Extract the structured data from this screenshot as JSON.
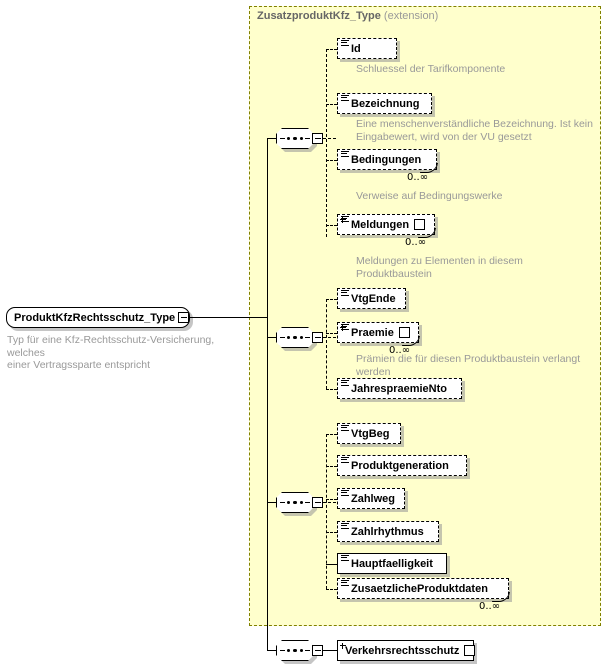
{
  "diagram": {
    "kind": "xsd-schema-diagram",
    "root": {
      "name": "ProduktKfzRechtsschutz_Type",
      "annotation": "Typ für eine Kfz-Rechtsschutz-Versicherung, welches\neiner Vertragssparte entspricht",
      "toggle": "minus"
    },
    "extension_group": {
      "type_name": "ZusatzproduktKfz_Type",
      "kind_label": "(extension)"
    },
    "sequences": [
      {
        "id": "seq-1",
        "toggle": "minus"
      },
      {
        "id": "seq-2",
        "toggle": "minus"
      },
      {
        "id": "seq-3",
        "toggle": "minus"
      },
      {
        "id": "seq-4",
        "toggle": "minus"
      }
    ],
    "elements": [
      {
        "name": "Id",
        "optional": true,
        "expand": false,
        "occurs": "",
        "annotation": "Schluessel der Tarifkomponente"
      },
      {
        "name": "Bezeichnung",
        "optional": true,
        "expand": false,
        "occurs": "",
        "annotation": "Eine menschenverständliche Bezeichnung. Ist kein\nEingabewert, wird von der VU gesetzt"
      },
      {
        "name": "Bedingungen",
        "optional": true,
        "expand": false,
        "occurs": "0..∞",
        "annotation": "Verweise auf Bedingungswerke"
      },
      {
        "name": "Meldungen",
        "optional": true,
        "expand": true,
        "occurs": "0..∞",
        "annotation": "Meldungen zu Elementen in diesem Produktbaustein"
      },
      {
        "name": "VtgEnde",
        "optional": true,
        "expand": false,
        "occurs": "",
        "annotation": ""
      },
      {
        "name": "Praemie",
        "optional": true,
        "expand": true,
        "occurs": "0..∞",
        "annotation": "Prämien die für diesen Produktbaustein verlangt werden"
      },
      {
        "name": "JahrespraemieNto",
        "optional": true,
        "expand": false,
        "occurs": "",
        "annotation": ""
      },
      {
        "name": "VtgBeg",
        "optional": true,
        "expand": false,
        "occurs": "",
        "annotation": ""
      },
      {
        "name": "Produktgeneration",
        "optional": true,
        "expand": false,
        "occurs": "",
        "annotation": ""
      },
      {
        "name": "Zahlweg",
        "optional": true,
        "expand": false,
        "occurs": "",
        "annotation": ""
      },
      {
        "name": "Zahlrhythmus",
        "optional": true,
        "expand": false,
        "occurs": "",
        "annotation": ""
      },
      {
        "name": "Hauptfaelligkeit",
        "optional": false,
        "expand": false,
        "occurs": "",
        "annotation": ""
      },
      {
        "name": "ZusaetzlicheProduktdaten",
        "optional": true,
        "expand": false,
        "occurs": "0..∞",
        "annotation": ""
      },
      {
        "name": "Verkehrsrechtsschutz",
        "optional": false,
        "expand": true,
        "occurs": "",
        "annotation": ""
      }
    ],
    "colors": {
      "extension_background": "#FFFFCC",
      "extension_border": "#808000",
      "annotation_text": "#999999",
      "line": "#000000",
      "box_background": "#FFFFFF"
    }
  }
}
